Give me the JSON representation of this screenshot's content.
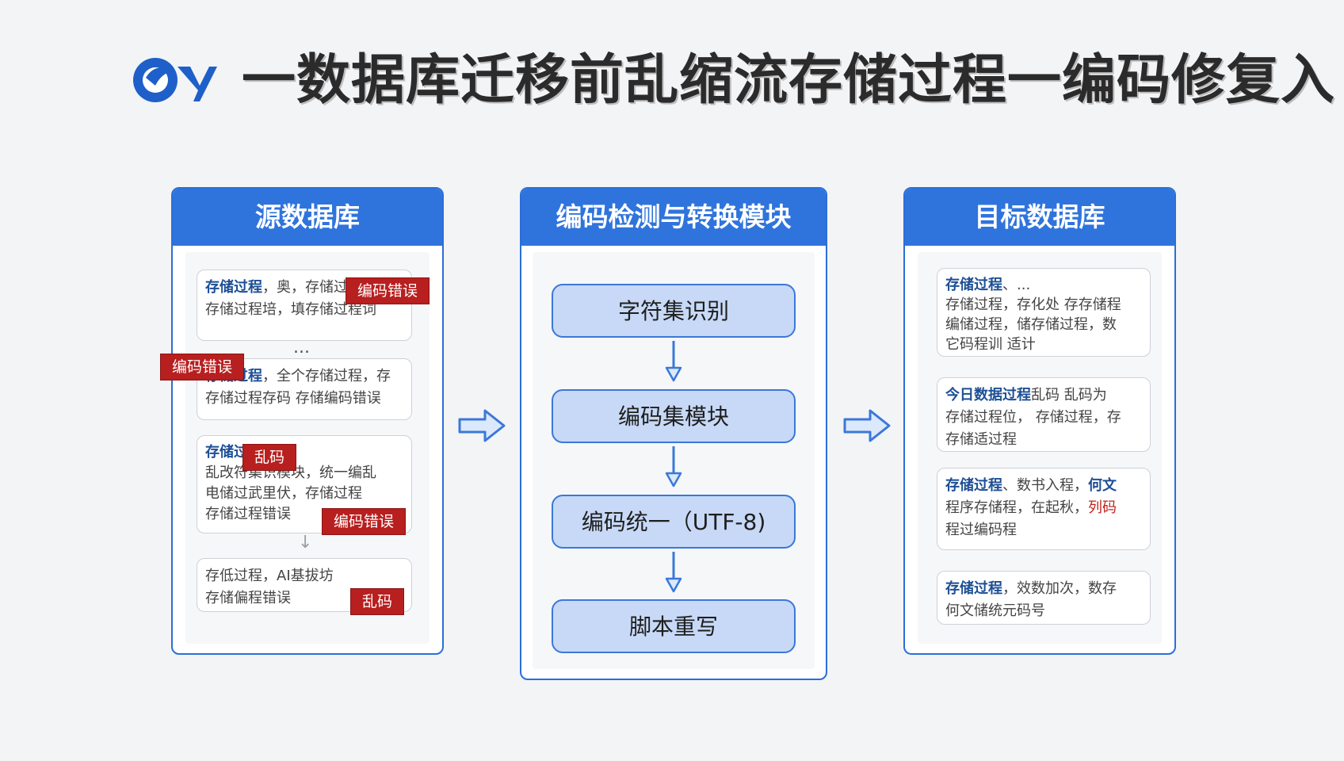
{
  "title": "一数据库迁移前乱缩流存储过程一编码修复入",
  "source_panel": {
    "header": "源数据库",
    "cards": [
      {
        "lead": "存储过程",
        "line1": "，奥，存储过",
        "line2": "存储过程培，填存储过程词"
      },
      {
        "lead": "存储过程",
        "line1": "，全个存储过程，存",
        "line2": "存储过程存码 存储编码错误"
      },
      {
        "lead": "存储过程",
        "line1": "，...",
        "line2": "乱改符集识模块，统一编乱",
        "line3": "电储过武里伏，存储过程",
        "line4": "存储过程错误"
      },
      {
        "lead": "",
        "line1": "存低过程，AI基拔坊",
        "line2": "存储偏程错误"
      }
    ],
    "dots": "...",
    "down_arrow": "↓",
    "tags": [
      "编码错误",
      "编码错误",
      "乱码",
      "编码错误",
      "乱码"
    ]
  },
  "module_panel": {
    "header": "编码检测与转换模块",
    "modules": [
      "字符集识别",
      "编码集模块",
      "编码统一（UTF-8)",
      "脚本重写"
    ]
  },
  "target_panel": {
    "header": "目标数据库",
    "cards": [
      {
        "lead": "存储过程",
        "line1": "、...",
        "line2": "存储过程，存化处 存存储程",
        "line3": "编储过程，储存储过程，数",
        "line4": "它码程训 适计"
      },
      {
        "lead": "今日数据过程",
        "line1": "乱码 乱码为",
        "line2": "存储过程位， 存储过程，存",
        "line3": "存储适过程"
      },
      {
        "lead": "存储过程",
        "line1": "、数书入程，",
        "line1b": "何文",
        "line2": "程序存储程，在起秋，",
        "line2b": "列码",
        "line3": "程过编码程"
      },
      {
        "lead": "存储过程",
        "line1": "，效数加次，数存",
        "line2": "何文储统元码号"
      }
    ]
  },
  "colors": {
    "accent": "#2f74dc",
    "module_fill": "#c7d9f6",
    "error_tag": "#b81f1f"
  },
  "icons": [
    "logo-icon",
    "right-arrow-icon",
    "down-arrow-icon"
  ]
}
